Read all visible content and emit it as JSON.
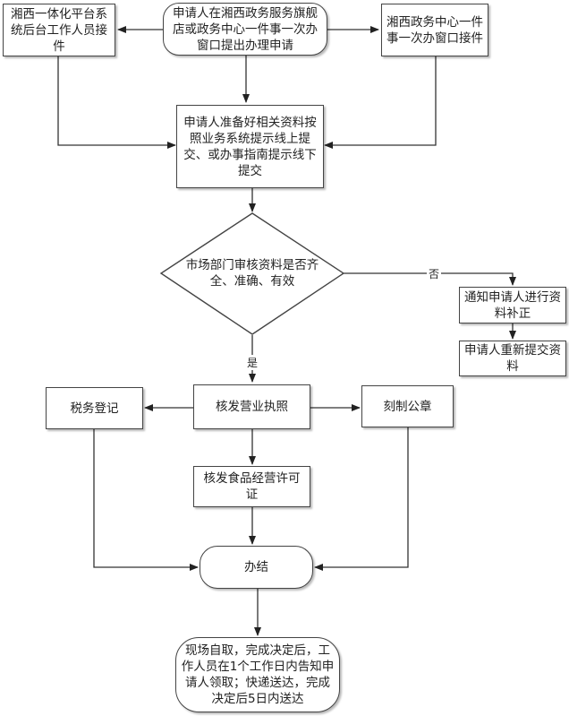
{
  "nodes": {
    "start": "申请人在湘西政务服务旗舰店或政务中心一件事一次办窗口提出办理申请",
    "platform": "湘西一体化平台系统后台工作人员接件",
    "center": "湘西政务中心一件事一次办窗口接件",
    "prepare": "申请人准备好相关资料按照业务系统提示线上提交、或办事指南提示线下提交",
    "review": "市场部门审核资料是否齐全、准确、有效",
    "notify": "通知申请人进行资料补正",
    "resubmit": "申请人重新提交资料",
    "license": "核发营业执照",
    "tax": "税务登记",
    "seal": "刻制公章",
    "food": "核发食品经营许可证",
    "done": "办结",
    "pickup": "现场自取，完成决定后，工作人员在1个工作日内告知申请人领取；快递送达，完成决定后5日内送达"
  },
  "edges": {
    "no": "否",
    "yes": "是"
  }
}
